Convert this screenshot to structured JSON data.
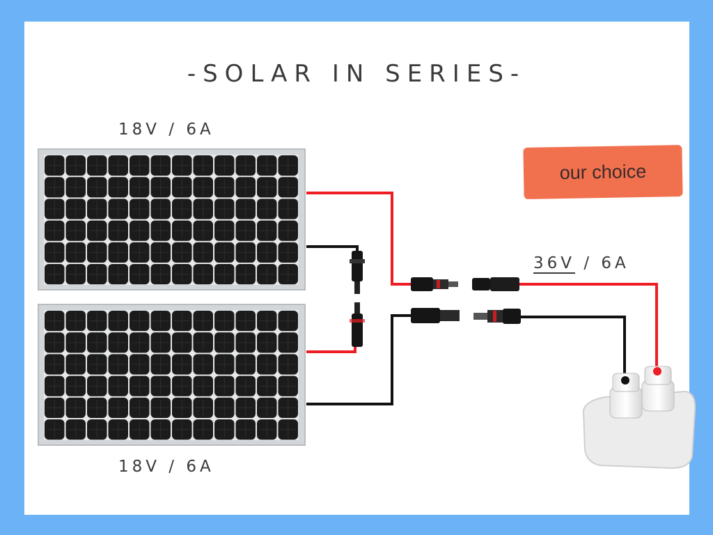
{
  "title": "-SOLAR IN SERIES-",
  "panels": {
    "top": {
      "label": "18V / 6A"
    },
    "bottom": {
      "label": "18V / 6A"
    }
  },
  "output": {
    "voltage": "36V",
    "separator": " / ",
    "current": "6A"
  },
  "badge": {
    "text": "our choice"
  },
  "colors": {
    "background": "#6cb2f7",
    "frame": "#ffffff",
    "positive_wire": "#ee1c23",
    "negative_wire": "#111111",
    "badge": "#f1714f",
    "panel_cell": "#1a1a1a",
    "panel_frame": "#d0d3d6"
  },
  "icons": {
    "panel": "solar-panel-icon",
    "connector": "mc4-connector-icon",
    "gland": "cable-entry-gland-icon"
  }
}
